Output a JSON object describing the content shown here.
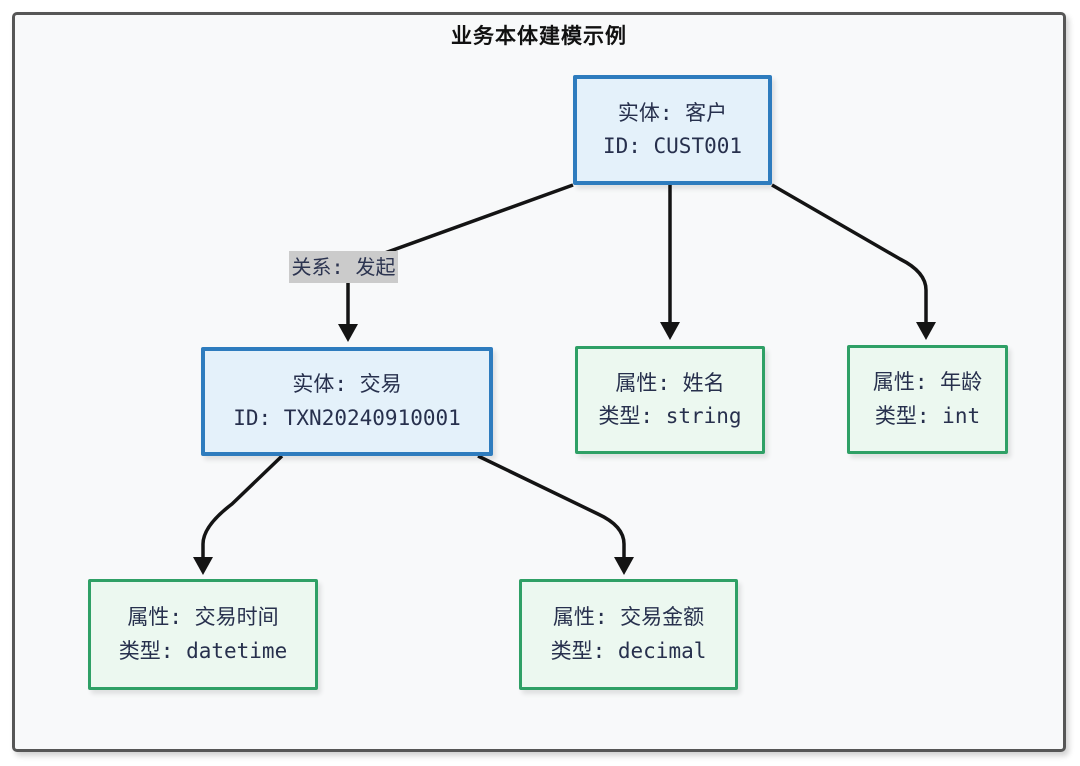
{
  "diagram": {
    "title": "业务本体建模示例",
    "relation_label": "关系: 发起",
    "nodes": [
      {
        "id": "customer",
        "kind": "entity",
        "line1": "实体: 客户",
        "line2": "ID: CUST001"
      },
      {
        "id": "transaction",
        "kind": "entity",
        "line1": "实体: 交易",
        "line2": "ID: TXN20240910001"
      },
      {
        "id": "attr-name",
        "kind": "attribute",
        "line1": "属性: 姓名",
        "line2": "类型: string"
      },
      {
        "id": "attr-age",
        "kind": "attribute",
        "line1": "属性: 年龄",
        "line2": "类型: int"
      },
      {
        "id": "attr-txn-time",
        "kind": "attribute",
        "line1": "属性: 交易时间",
        "line2": "类型: datetime"
      },
      {
        "id": "attr-txn-amount",
        "kind": "attribute",
        "line1": "属性: 交易金额",
        "line2": "类型: decimal"
      }
    ],
    "edges": [
      {
        "from": "customer",
        "to": "transaction",
        "label": "关系: 发起"
      },
      {
        "from": "customer",
        "to": "attr-name",
        "label": ""
      },
      {
        "from": "customer",
        "to": "attr-age",
        "label": ""
      },
      {
        "from": "transaction",
        "to": "attr-txn-time",
        "label": ""
      },
      {
        "from": "transaction",
        "to": "attr-txn-amount",
        "label": ""
      }
    ],
    "colors": {
      "entity_border": "#2e7cbe",
      "entity_fill": "#e4f1fa",
      "attribute_border": "#2fa066",
      "attribute_fill": "#ecf8f0",
      "relation_label_bg": "#cbcbcb",
      "node_text": "#27304d",
      "arrow": "#141414",
      "canvas_bg": "#f8f9fa",
      "canvas_border": "#565656"
    }
  }
}
